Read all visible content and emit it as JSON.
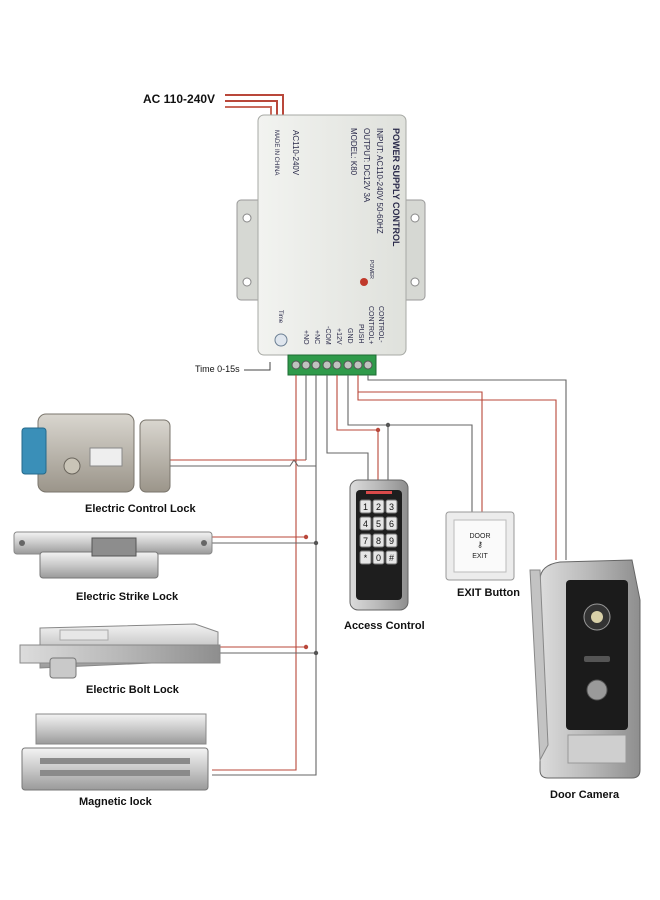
{
  "power_input_label": "AC 110-240V",
  "power_supply": {
    "title": "POWER SUPPLY CONTROL",
    "input": "INPUT: AC110-240V 50-60HZ",
    "output": "OUTPUT: DC12V 3A",
    "model": "MODEL: K80",
    "ac_label": "AC110-240V",
    "made_in": "MADE IN CHINA",
    "power_led_label": "POWER",
    "time_label": "Time",
    "terminals": [
      "CONTROL-",
      "CONTROL+",
      "PUSH",
      "GND",
      "+12V",
      "-COM",
      "+NC",
      "+NO"
    ]
  },
  "time_range_label": "Time 0-15s",
  "devices": {
    "electric_control_lock": "Electric Control Lock",
    "electric_strike_lock": "Electric Strike Lock",
    "electric_bolt_lock": "Electric Bolt Lock",
    "magnetic_lock": "Magnetic lock",
    "access_control": "Access Control",
    "exit_button": "EXIT Button",
    "door_camera": "Door Camera"
  },
  "exit_button_face": {
    "top": "DOOR",
    "bottom": "EXIT"
  },
  "keypad_keys": [
    "1",
    "2",
    "3",
    "4",
    "5",
    "6",
    "7",
    "8",
    "9",
    "*",
    "0",
    "#"
  ],
  "colors": {
    "wire_red": "#b9473a",
    "wire_gray": "#666666",
    "terminal_green": "#2f9a4a",
    "box": "#e9ebe6"
  }
}
